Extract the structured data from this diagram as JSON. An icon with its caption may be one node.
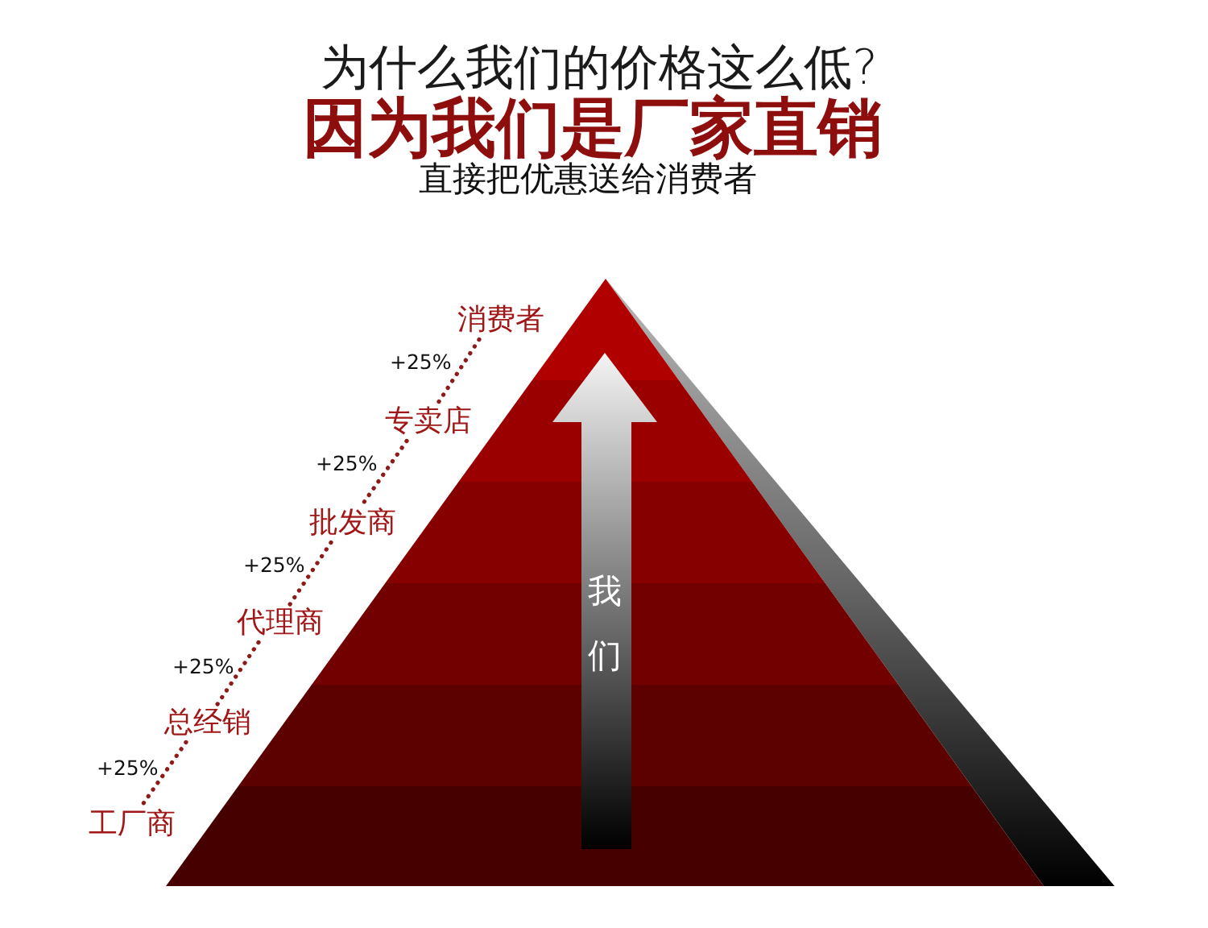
{
  "diagram": {
    "title": "为什么我们的价格这么低?",
    "nodes": [
      {
        "text": [
          "消费者"
        ]
      },
      {
        "text": [
          "专卖店"
        ]
      },
      {
        "text": [
          "批发商"
        ]
      },
      {
        "text": [
          "代理商"
        ]
      },
      {
        "text": [
          "总经销"
        ]
      },
      {
        "text": [
          "工厂商"
        ]
      },
      {
        "text": [
          "我们"
        ]
      }
    ],
    "edges": [
      {
        "from": 0,
        "to": 1,
        "arrow": "none",
        "label": "+25%",
        "style": "dashed"
      },
      {
        "from": 1,
        "to": 2,
        "arrow": "none",
        "label": "+25%",
        "style": "dashed"
      },
      {
        "from": 2,
        "to": 3,
        "arrow": "none",
        "label": "+25%",
        "style": "dashed"
      },
      {
        "from": 3,
        "to": 4,
        "arrow": "none",
        "label": "+25%",
        "style": "dashed"
      },
      {
        "from": 4,
        "to": 5,
        "arrow": "none",
        "label": "+25%",
        "style": "dashed"
      }
    ],
    "labels": [
      "因为我们是厂家直销",
      "直接把优惠送给消费者"
    ]
  }
}
